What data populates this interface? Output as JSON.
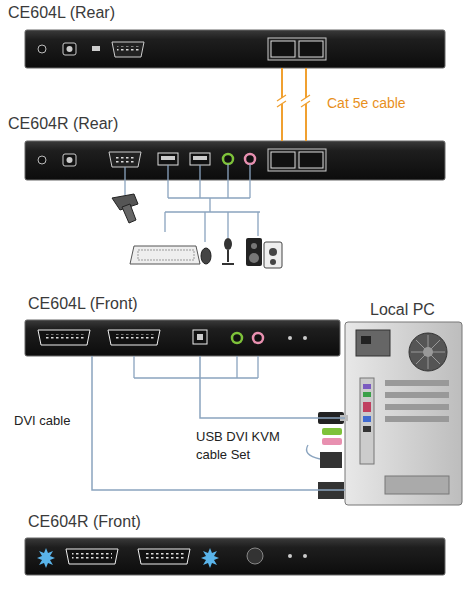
{
  "diagram": {
    "nodes": [
      {
        "text": [
          "CE604L (Rear)"
        ]
      },
      {
        "text": [
          "CE604R (Rear)"
        ]
      },
      {
        "text": [
          "CE604L (Front)"
        ]
      },
      {
        "text": [
          "Local PC"
        ]
      },
      {
        "text": [
          "CE604R (Front)"
        ]
      }
    ],
    "edges": [
      {
        "from": 0,
        "to": 1,
        "label": "Cat 5e cable",
        "arrow": "none"
      },
      {
        "from": 2,
        "to": 3,
        "label": "DVI cable",
        "arrow": "none"
      },
      {
        "from": 2,
        "to": 3,
        "label": "USB DVI KVM cable Set",
        "arrow": "none"
      }
    ]
  }
}
